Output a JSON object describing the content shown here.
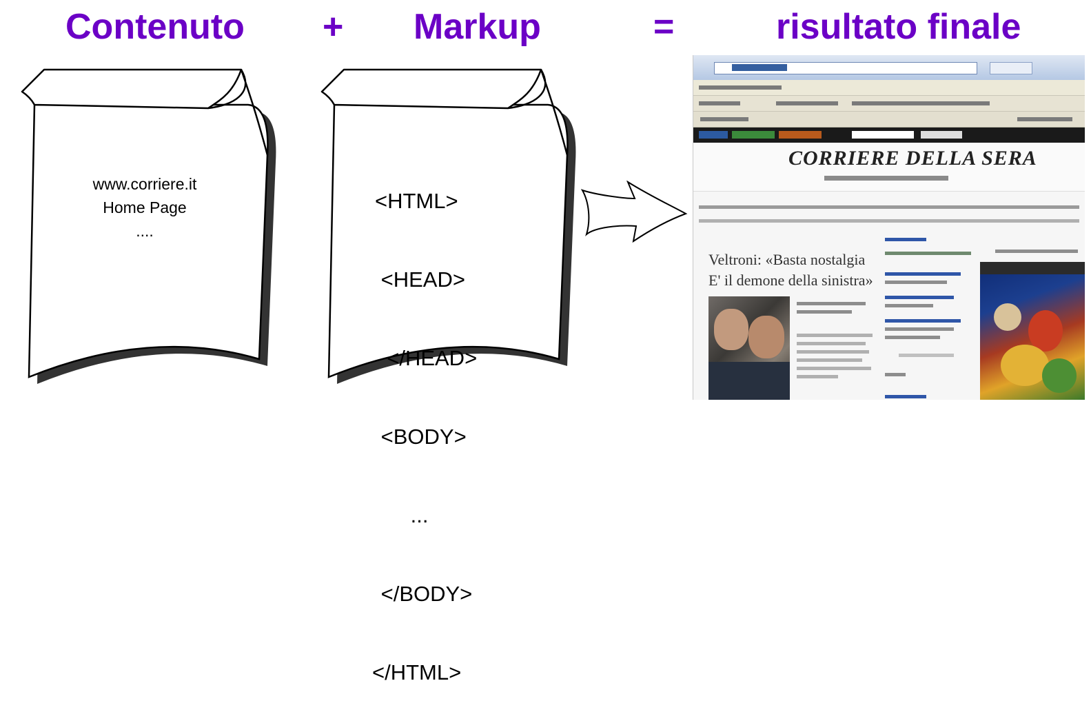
{
  "heading": {
    "content": "Contenuto",
    "plus": "+",
    "markup": "Markup",
    "equals": "=",
    "result": "risultato finale"
  },
  "content_doc": {
    "lines": [
      "www.corriere.it",
      "Home Page",
      "...."
    ]
  },
  "markup_doc": {
    "lines": [
      "<HTML>",
      " <HEAD>",
      "  </HEAD>",
      " <BODY>",
      "      ...",
      " </BODY>",
      "</HTML>"
    ]
  },
  "result_screenshot": {
    "logo": "CORRIERE DELLA SERA",
    "headline_1": "Veltroni: «Basta nostalgia",
    "headline_2": "E' il demone della sinistra»"
  },
  "colors": {
    "heading": "#6b00c6",
    "scroll_fill": "#ffffff",
    "scroll_shadow": "#333333",
    "stroke": "#000000"
  }
}
